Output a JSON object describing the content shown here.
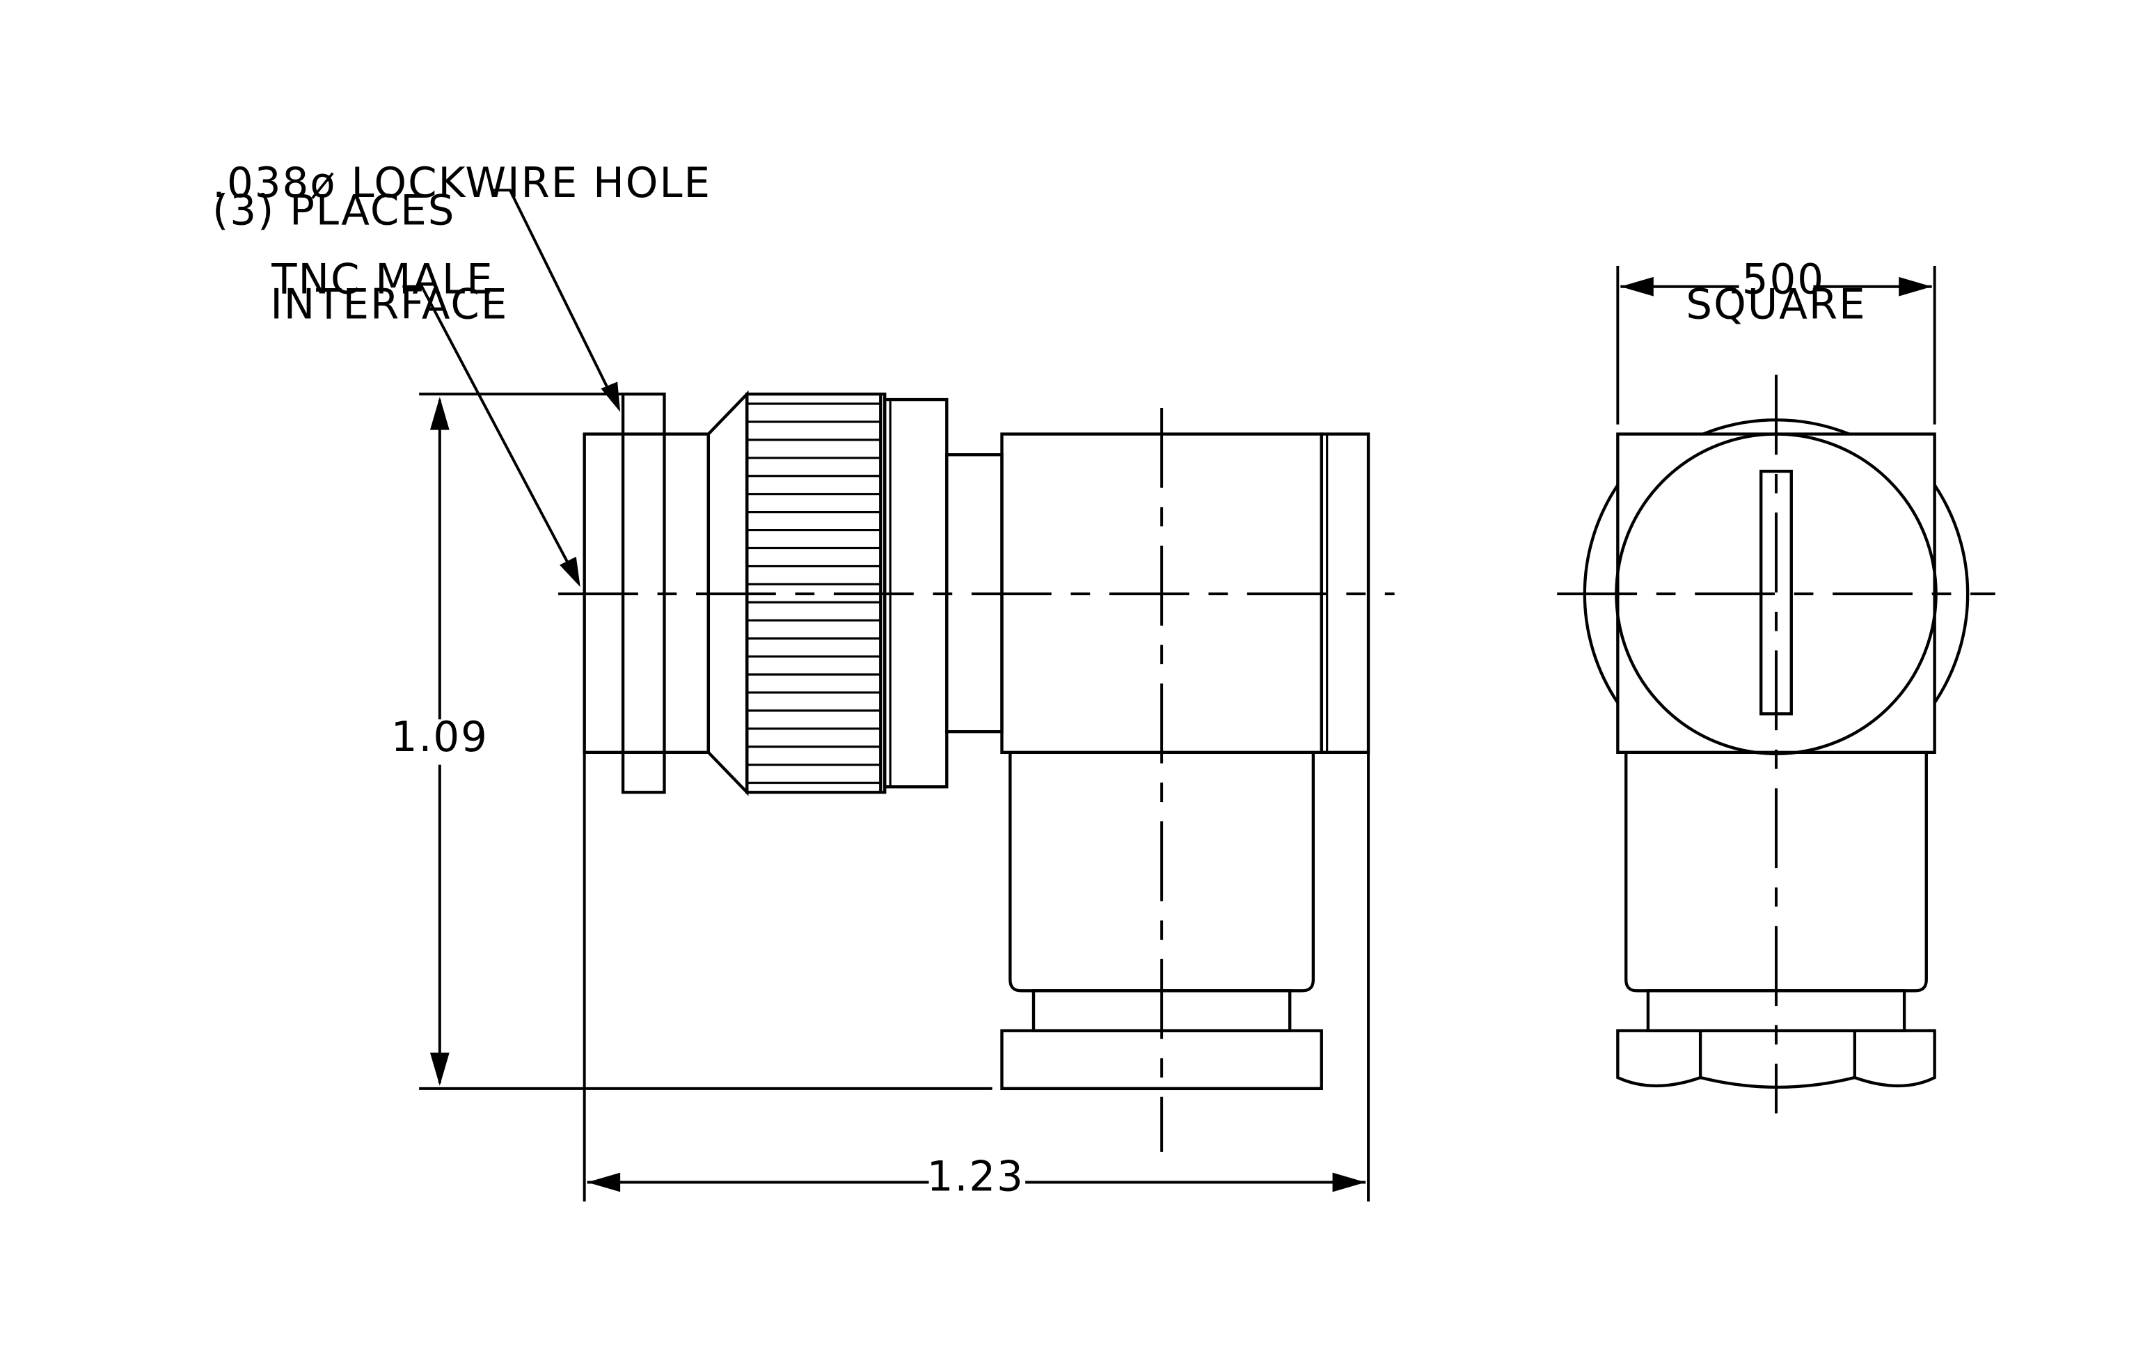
{
  "notes": {
    "lockwire_line1": ".038ø LOCKWIRE HOLE",
    "lockwire_line2": "(3)  PLACES",
    "tnc_line1": "TNC MALE",
    "tnc_line2": "INTERFACE"
  },
  "dimensions": {
    "height": "1.09",
    "length": "1.23",
    "width_value": ".500",
    "width_note": "SQUARE"
  },
  "colors": {
    "line": "#000000",
    "background": "#ffffff"
  }
}
